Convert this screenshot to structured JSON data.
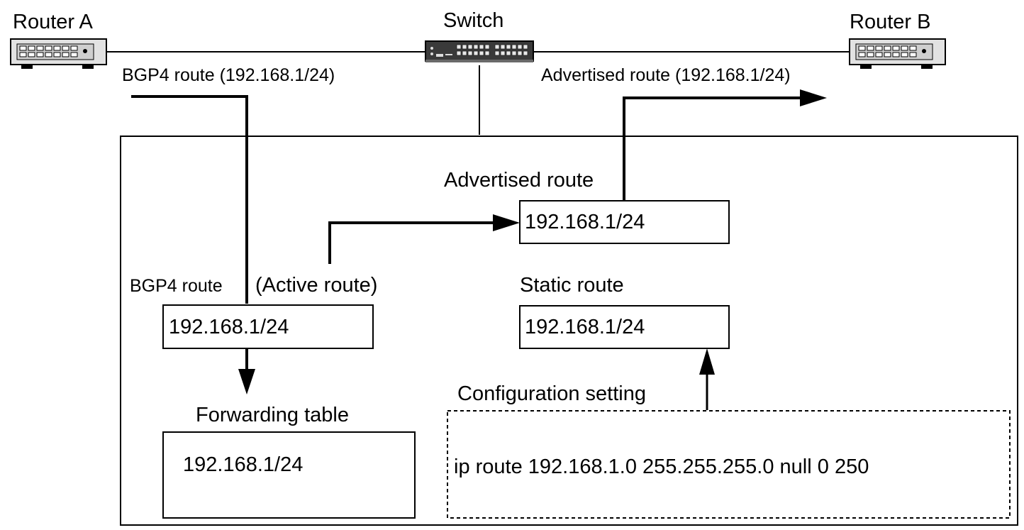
{
  "devices": {
    "router_a": "Router A",
    "switch": "Switch",
    "router_b": "Router B"
  },
  "labels": {
    "bgp4_incoming": "BGP4 route (192.168.1/24)",
    "advertised_outgoing": "Advertised route (192.168.1/24)",
    "advertised_route": "Advertised route",
    "bgp4_route": "BGP4 route",
    "active_route": "(Active route)",
    "static_route": "Static route",
    "forwarding_table": "Forwarding table",
    "configuration_setting": "Configuration setting"
  },
  "values": {
    "advertised_prefix": "192.168.1/24",
    "bgp4_prefix": "192.168.1/24",
    "static_prefix": "192.168.1/24",
    "forwarding_prefix": "192.168.1/24",
    "config_command": "ip route 192.168.1.0 255.255.255.0 null 0 250"
  }
}
